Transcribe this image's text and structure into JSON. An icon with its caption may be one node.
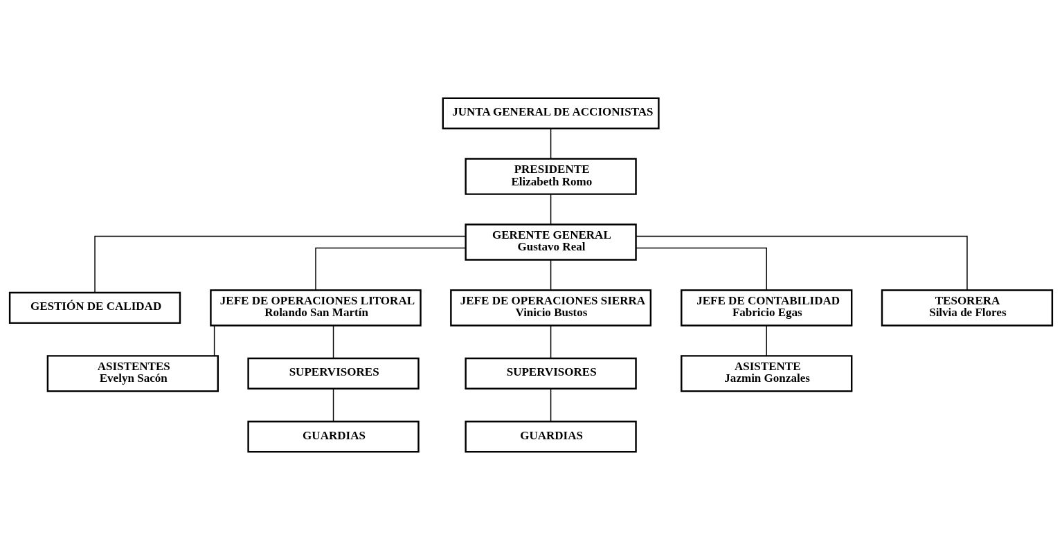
{
  "diagram": {
    "nodes": [
      {
        "text": [
          "JUNTA GENERAL DE ACCIONISTAS"
        ]
      },
      {
        "text": [
          "PRESIDENTE",
          "Elizabeth Romo"
        ]
      },
      {
        "text": [
          "GERENTE GENERAL",
          "Gustavo Real"
        ]
      },
      {
        "text": [
          "GESTIÓN DE CALIDAD"
        ]
      },
      {
        "text": [
          "JEFE DE OPERACIONES LITORAL",
          "Rolando San Martín"
        ]
      },
      {
        "text": [
          "JEFE DE OPERACIONES SIERRA",
          "Vinicio Bustos"
        ]
      },
      {
        "text": [
          "JEFE DE CONTABILIDAD",
          "Fabricio Egas"
        ]
      },
      {
        "text": [
          "TESORERA",
          "Silvia de Flores"
        ]
      },
      {
        "text": [
          "ASISTENTES",
          "Evelyn Sacón"
        ]
      },
      {
        "text": [
          "SUPERVISORES"
        ]
      },
      {
        "text": [
          "GUARDIAS"
        ]
      },
      {
        "text": [
          "SUPERVISORES"
        ]
      },
      {
        "text": [
          "GUARDIAS"
        ]
      },
      {
        "text": [
          "ASISTENTE",
          "Jazmin Gonzales"
        ]
      }
    ],
    "edges": [
      {
        "from": 0,
        "to": 1,
        "arrow": "none"
      },
      {
        "from": 1,
        "to": 2,
        "arrow": "none"
      },
      {
        "from": 2,
        "to": 3,
        "arrow": "none"
      },
      {
        "from": 2,
        "to": 4,
        "arrow": "none"
      },
      {
        "from": 2,
        "to": 5,
        "arrow": "none"
      },
      {
        "from": 2,
        "to": 6,
        "arrow": "none"
      },
      {
        "from": 2,
        "to": 7,
        "arrow": "none"
      },
      {
        "from": 4,
        "to": 8,
        "arrow": "none"
      },
      {
        "from": 4,
        "to": 9,
        "arrow": "none"
      },
      {
        "from": 9,
        "to": 10,
        "arrow": "none"
      },
      {
        "from": 5,
        "to": 11,
        "arrow": "none"
      },
      {
        "from": 11,
        "to": 12,
        "arrow": "none"
      },
      {
        "from": 6,
        "to": 13,
        "arrow": "none"
      }
    ]
  }
}
